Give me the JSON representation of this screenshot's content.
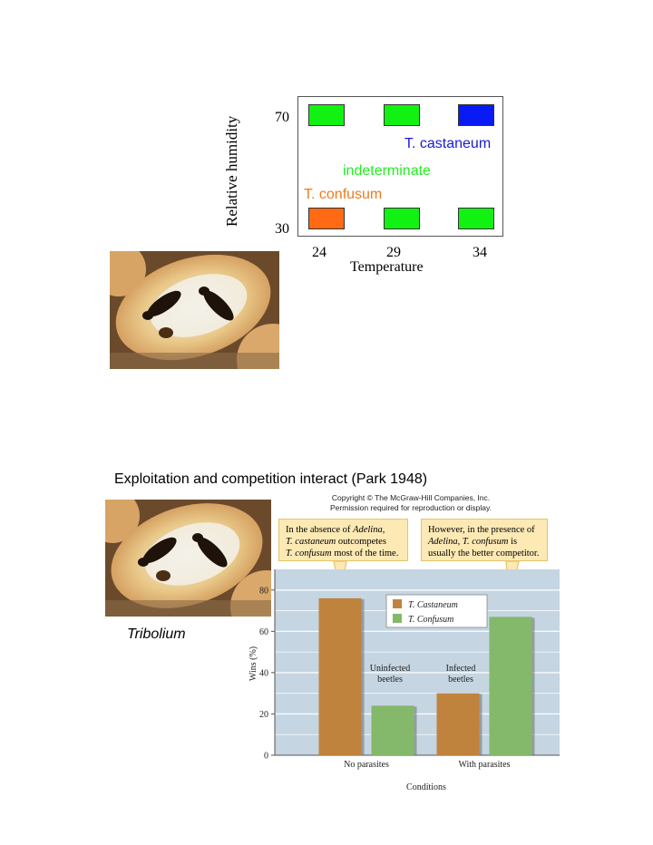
{
  "grid_chart": {
    "ylabel": "Relative humidity",
    "xlabel": "Temperature",
    "x_ticks": [
      "24",
      "29",
      "34"
    ],
    "y_ticks": [
      "70",
      "30"
    ],
    "annotations": [
      {
        "text": "T. castaneum",
        "color": "#1a1ad6"
      },
      {
        "text": "indeterminate",
        "color": "#22ee22"
      },
      {
        "text": "T. confusum",
        "color": "#f07a1c"
      }
    ],
    "cells": [
      {
        "temperature": "24",
        "humidity": "70",
        "color": "#12f212"
      },
      {
        "temperature": "29",
        "humidity": "70",
        "color": "#12f212"
      },
      {
        "temperature": "34",
        "humidity": "70",
        "color": "#0a1af5"
      },
      {
        "temperature": "24",
        "humidity": "30",
        "color": "#ff6a12"
      },
      {
        "temperature": "29",
        "humidity": "30",
        "color": "#12f212"
      },
      {
        "temperature": "34",
        "humidity": "30",
        "color": "#12f212"
      }
    ]
  },
  "section_title": "Exploitation and competition interact (Park 1948)",
  "copyright": [
    "Copyright © The McGraw-Hill Companies, Inc.",
    "Permission required for reproduction or display."
  ],
  "photo_caption": "Tribolium",
  "callouts": {
    "left": {
      "lines": [
        "In the absence of ",
        "Adelina",
        ",",
        "T. castaneum",
        " outcompetes",
        "T. confusum",
        " most of the time."
      ]
    },
    "right": {
      "lines": [
        "However, in the presence of",
        "Adelina",
        ", ",
        "T. confusum",
        " is",
        "usually the better competitor."
      ]
    }
  },
  "chart_data": {
    "type": "bar",
    "categories": [
      "No parasites",
      "With parasites"
    ],
    "series": [
      {
        "name": "T. Castaneum",
        "values": [
          76,
          30
        ],
        "color": "#c0833d"
      },
      {
        "name": "T. Confusum",
        "values": [
          24,
          67
        ],
        "color": "#84b86a"
      }
    ],
    "ylabel": "Wins (%)",
    "xlabel": "Conditions",
    "ylim": [
      0,
      90
    ],
    "y_ticks": [
      0,
      20,
      40,
      60,
      80
    ],
    "grid": true,
    "legend": "top-right",
    "annotations": [
      "Uninfected beetles",
      "Infected beetles"
    ],
    "annotation_lines": [
      [
        "Uninfected",
        "beetles"
      ],
      [
        "Infected",
        "beetles"
      ]
    ],
    "background": "#c5d5e2"
  }
}
